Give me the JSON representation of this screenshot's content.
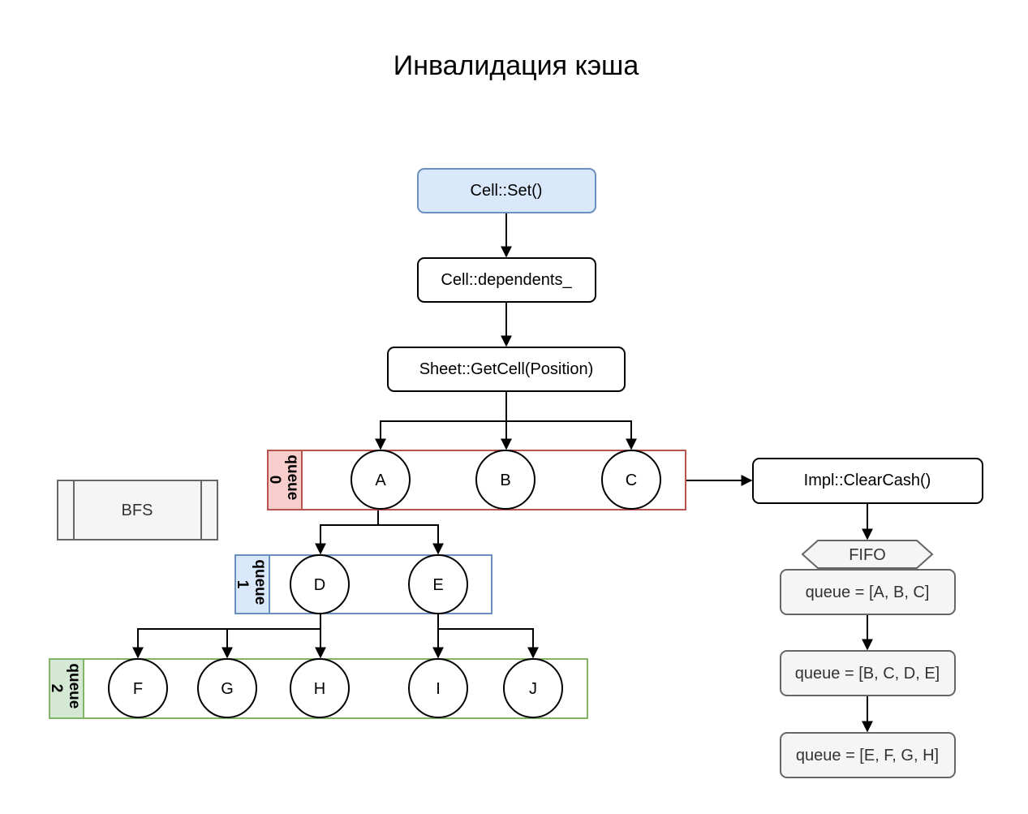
{
  "title": "Инвалидация кэша",
  "nodes": {
    "cell_set": "Cell::Set()",
    "dependents": "Cell::dependents_",
    "get_cell": "Sheet::GetCell(Position)",
    "clear_cash": "Impl::ClearCash()",
    "bfs": "BFS",
    "fifo": "FIFO"
  },
  "queues": [
    {
      "label": "queue",
      "index": "0",
      "nodes": [
        "A",
        "B",
        "C"
      ],
      "color": "#b85450",
      "fill": "#f8cecc"
    },
    {
      "label": "queue",
      "index": "1",
      "nodes": [
        "D",
        "E"
      ],
      "color": "#6c8ebf",
      "fill": "#dae8fc"
    },
    {
      "label": "queue",
      "index": "2",
      "nodes": [
        "F",
        "G",
        "H",
        "I",
        "J"
      ],
      "color": "#82b366",
      "fill": "#d5e8d4"
    }
  ],
  "queue_states": [
    "queue = [A, B, C]",
    "queue = [B, C, D, E]",
    "queue = [E, F, G, H]"
  ],
  "colors": {
    "start_fill": "#dae8fc",
    "start_stroke": "#6c8ebf",
    "gray_fill": "#f5f5f5",
    "gray_stroke": "#666666"
  }
}
